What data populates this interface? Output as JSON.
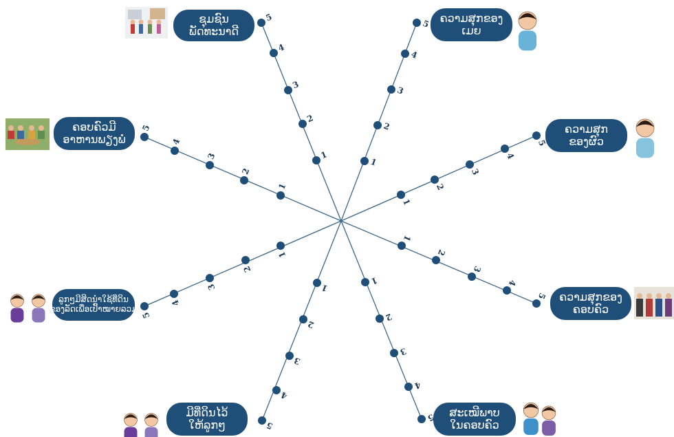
{
  "diagram": {
    "colors": {
      "spoke": "#3d6687",
      "dot": "#1f4e79",
      "label_bg": "#1f4e79",
      "label_text": "#ffffff",
      "number": "#1f3b57"
    },
    "scale_labels": [
      "1",
      "2",
      "3",
      "4",
      "5"
    ],
    "spokes": [
      {
        "id": "community-development",
        "lines": [
          "ຊຸມຊົນ",
          "ພັດທະນາດີ"
        ],
        "icon": "villagers-icon"
      },
      {
        "id": "wife-happiness",
        "lines": [
          "ຄວາມສຸກຂອງ",
          "ເມຍ"
        ],
        "icon": "woman-portrait-icon"
      },
      {
        "id": "husband-happiness",
        "lines": [
          "ຄວາມສຸກ",
          "ຂອງຜົວ"
        ],
        "icon": "man-portrait-icon"
      },
      {
        "id": "family-happiness",
        "lines": [
          "ຄວາມສຸກຂອງ",
          "ຄອບຄົວ"
        ],
        "icon": "family-group-icon"
      },
      {
        "id": "family-health",
        "lines": [
          "ສະເໝີພາບ",
          "ໃນຄອບຄົວ"
        ],
        "icon": "couple-icon"
      },
      {
        "id": "children-education",
        "lines": [
          "ມີທີ່ດິນໄວ້",
          "ໃຫ້ລູກໆ"
        ],
        "icon": "children-pair-icon"
      },
      {
        "id": "children-land-rights",
        "lines": [
          "ລູກໆມີສິດນຳໃຊ້ທີ່ດິນ",
          "ຂອງລັດເພື່ອເປົ້າໝາຍລວມ"
        ],
        "icon": "children-pair-icon-2"
      },
      {
        "id": "family-food",
        "lines": [
          "ຄອບຄົວມີ",
          "ອາຫານພຽງພໍ"
        ],
        "icon": "family-meal-icon"
      }
    ]
  }
}
